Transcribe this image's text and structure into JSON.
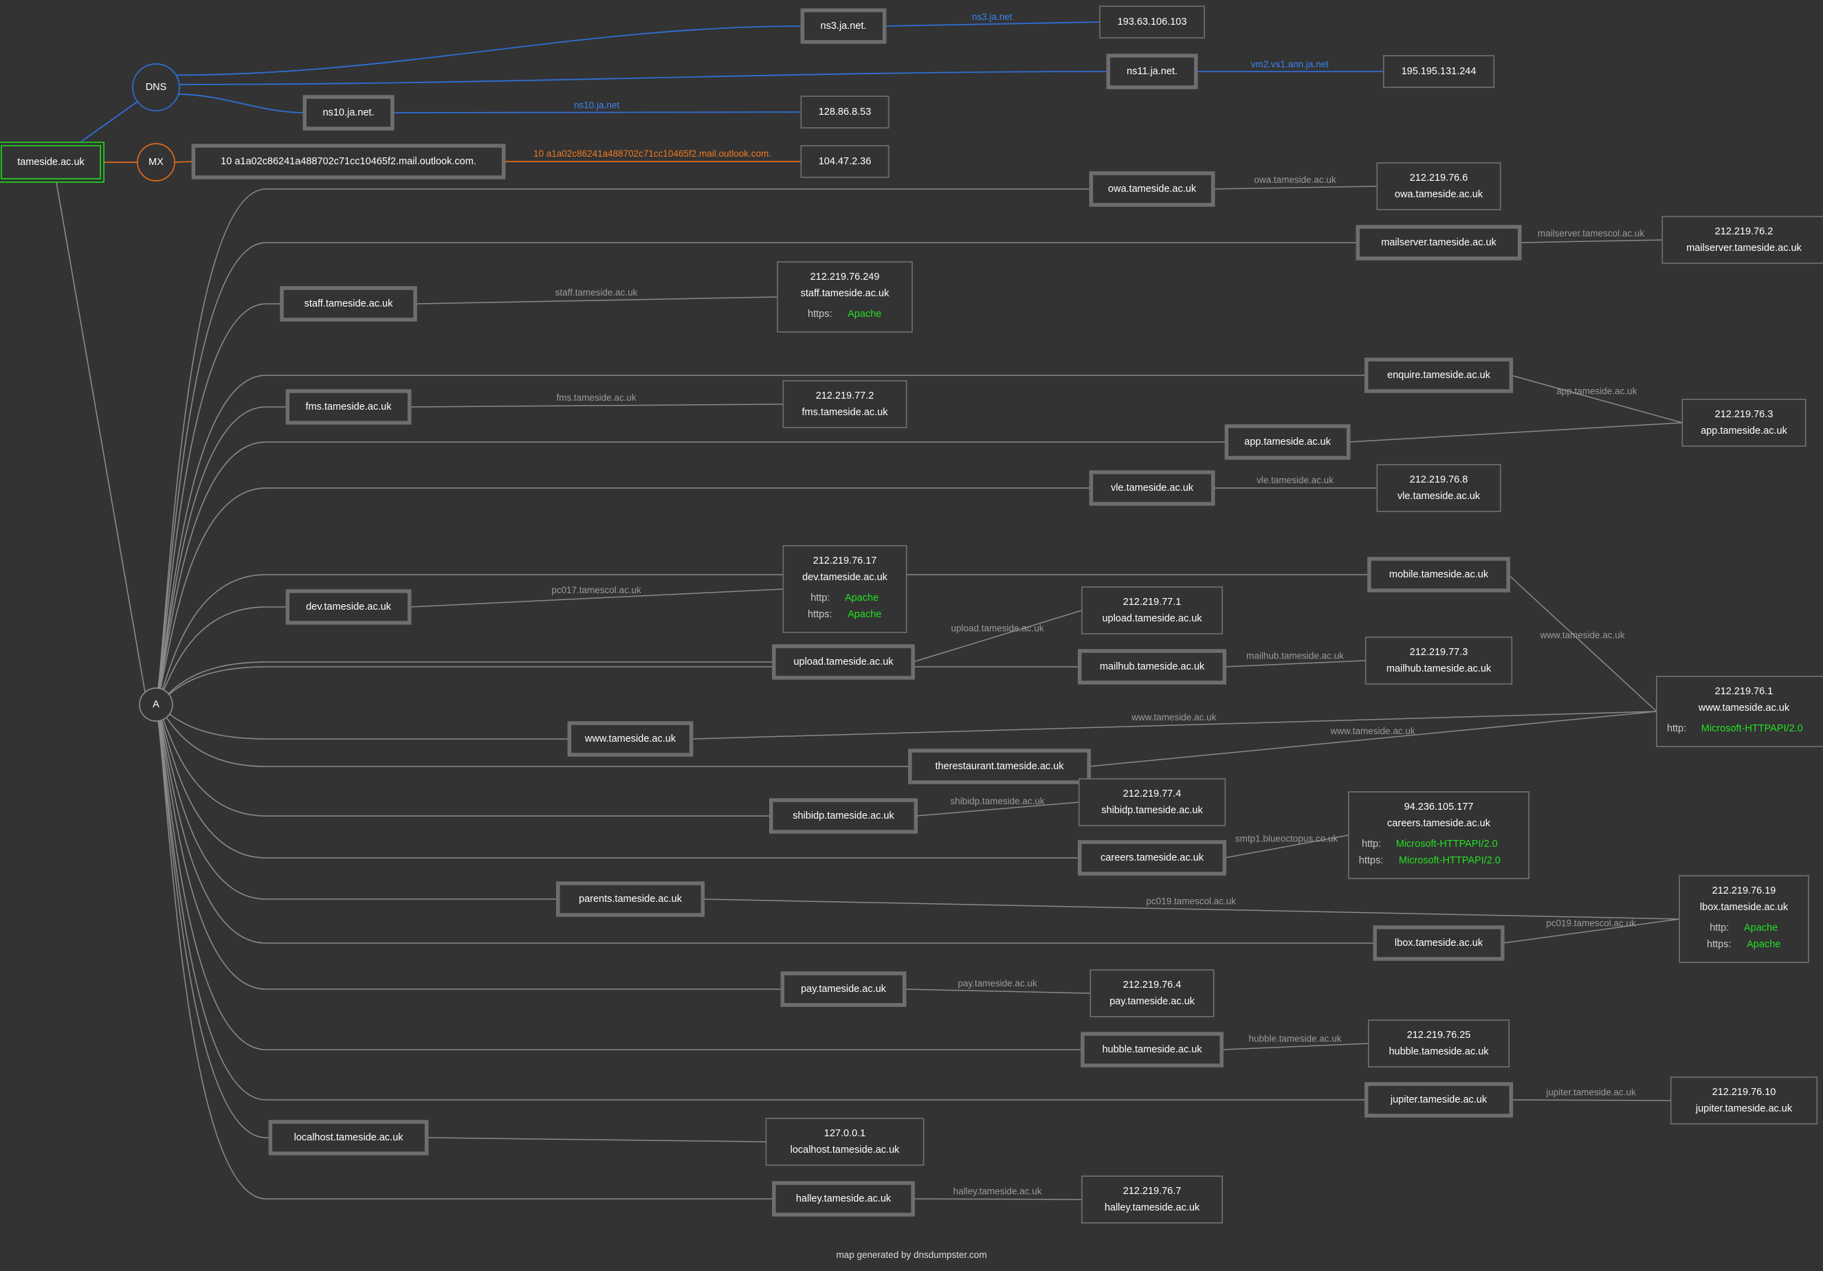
{
  "colors": {
    "background": "#333333",
    "a_edge": "#8a8a8a",
    "a_label": "#9a9a9a",
    "dns": "#2f6fd6",
    "dns_label": "#3c86f2",
    "mx": "#e06a1b",
    "mx_label": "#f07a22",
    "root_border": "#1fd41f",
    "server_name": "#22e022"
  },
  "root": {
    "label": "tameside.ac.uk"
  },
  "hubs": {
    "dns": "DNS",
    "mx": "MX",
    "a": "A"
  },
  "ns_records": [
    {
      "host": "ns3.ja.net.",
      "edge_label": "ns3.ja.net",
      "ip": "193.63.106.103"
    },
    {
      "host": "ns11.ja.net.",
      "edge_label": "vm2.vs1.ann.ja.net",
      "ip": "195.195.131.244"
    },
    {
      "host": "ns10.ja.net.",
      "edge_label": "ns10.ja.net",
      "ip": "128.86.8.53"
    }
  ],
  "mx_records": [
    {
      "host": "10 a1a02c86241a488702c71cc10465f2.mail.outlook.com.",
      "edge_label": "10 a1a02c86241a488702c71cc10465f2.mail.outlook.com.",
      "ip": "104.47.2.36"
    }
  ],
  "a_hosts": [
    {
      "id": "owa",
      "label": "owa.tameside.ac.uk"
    },
    {
      "id": "mailserver",
      "label": "mailserver.tameside.ac.uk"
    },
    {
      "id": "staff",
      "label": "staff.tameside.ac.uk"
    },
    {
      "id": "enquire",
      "label": "enquire.tameside.ac.uk"
    },
    {
      "id": "fms",
      "label": "fms.tameside.ac.uk"
    },
    {
      "id": "app",
      "label": "app.tameside.ac.uk"
    },
    {
      "id": "vle",
      "label": "vle.tameside.ac.uk"
    },
    {
      "id": "mobile",
      "label": "mobile.tameside.ac.uk"
    },
    {
      "id": "dev",
      "label": "dev.tameside.ac.uk"
    },
    {
      "id": "upload",
      "label": "upload.tameside.ac.uk"
    },
    {
      "id": "mailhub",
      "label": "mailhub.tameside.ac.uk"
    },
    {
      "id": "www",
      "label": "www.tameside.ac.uk"
    },
    {
      "id": "therestaurant",
      "label": "therestaurant.tameside.ac.uk"
    },
    {
      "id": "shibidp",
      "label": "shibidp.tameside.ac.uk"
    },
    {
      "id": "careers",
      "label": "careers.tameside.ac.uk"
    },
    {
      "id": "parents",
      "label": "parents.tameside.ac.uk"
    },
    {
      "id": "lbox",
      "label": "lbox.tameside.ac.uk"
    },
    {
      "id": "pay",
      "label": "pay.tameside.ac.uk"
    },
    {
      "id": "hubble",
      "label": "hubble.tameside.ac.uk"
    },
    {
      "id": "jupiter",
      "label": "jupiter.tameside.ac.uk"
    },
    {
      "id": "localhost",
      "label": "localhost.tameside.ac.uk"
    },
    {
      "id": "halley",
      "label": "halley.tameside.ac.uk"
    }
  ],
  "ip_nodes": [
    {
      "id": "ip_owa",
      "ip": "212.219.76.6",
      "name": "owa.tameside.ac.uk",
      "services": []
    },
    {
      "id": "ip_mailserver",
      "ip": "212.219.76.2",
      "name": "mailserver.tameside.ac.uk",
      "services": []
    },
    {
      "id": "ip_staff",
      "ip": "212.219.76.249",
      "name": "staff.tameside.ac.uk",
      "services": [
        {
          "proto": "https:",
          "server": "Apache"
        }
      ]
    },
    {
      "id": "ip_fms",
      "ip": "212.219.77.2",
      "name": "fms.tameside.ac.uk",
      "services": []
    },
    {
      "id": "ip_app",
      "ip": "212.219.76.3",
      "name": "app.tameside.ac.uk",
      "services": []
    },
    {
      "id": "ip_vle",
      "ip": "212.219.76.8",
      "name": "vle.tameside.ac.uk",
      "services": []
    },
    {
      "id": "ip_dev",
      "ip": "212.219.76.17",
      "name": "dev.tameside.ac.uk",
      "services": [
        {
          "proto": "http:",
          "server": "Apache"
        },
        {
          "proto": "https:",
          "server": "Apache"
        }
      ]
    },
    {
      "id": "ip_upload",
      "ip": "212.219.77.1",
      "name": "upload.tameside.ac.uk",
      "services": []
    },
    {
      "id": "ip_mailhub",
      "ip": "212.219.77.3",
      "name": "mailhub.tameside.ac.uk",
      "services": []
    },
    {
      "id": "ip_www",
      "ip": "212.219.76.1",
      "name": "www.tameside.ac.uk",
      "services": [
        {
          "proto": "http:",
          "server": "Microsoft-HTTPAPI/2.0"
        }
      ]
    },
    {
      "id": "ip_shibidp",
      "ip": "212.219.77.4",
      "name": "shibidp.tameside.ac.uk",
      "services": []
    },
    {
      "id": "ip_careers",
      "ip": "94.236.105.177",
      "name": "careers.tameside.ac.uk",
      "services": [
        {
          "proto": "http:",
          "server": "Microsoft-HTTPAPI/2.0"
        },
        {
          "proto": "https:",
          "server": "Microsoft-HTTPAPI/2.0"
        }
      ]
    },
    {
      "id": "ip_lbox",
      "ip": "212.219.76.19",
      "name": "lbox.tameside.ac.uk",
      "services": [
        {
          "proto": "http:",
          "server": "Apache"
        },
        {
          "proto": "https:",
          "server": "Apache"
        }
      ]
    },
    {
      "id": "ip_pay",
      "ip": "212.219.76.4",
      "name": "pay.tameside.ac.uk",
      "services": []
    },
    {
      "id": "ip_hubble",
      "ip": "212.219.76.25",
      "name": "hubble.tameside.ac.uk",
      "services": []
    },
    {
      "id": "ip_jupiter",
      "ip": "212.219.76.10",
      "name": "jupiter.tameside.ac.uk",
      "services": []
    },
    {
      "id": "ip_localhost",
      "ip": "127.0.0.1",
      "name": "localhost.tameside.ac.uk",
      "services": []
    },
    {
      "id": "ip_halley",
      "ip": "212.219.76.7",
      "name": "halley.tameside.ac.uk",
      "services": []
    }
  ],
  "a_links": [
    {
      "from": "owa",
      "to": "ip_owa",
      "label": "owa.tameside.ac.uk"
    },
    {
      "from": "mailserver",
      "to": "ip_mailserver",
      "label": "mailserver.tamescol.ac.uk"
    },
    {
      "from": "staff",
      "to": "ip_staff",
      "label": "staff.tameside.ac.uk"
    },
    {
      "from": "enquire",
      "to": "ip_app",
      "label": "app.tameside.ac.uk"
    },
    {
      "from": "fms",
      "to": "ip_fms",
      "label": "fms.tameside.ac.uk"
    },
    {
      "from": "app",
      "to": "ip_app",
      "label": ""
    },
    {
      "from": "vle",
      "to": "ip_vle",
      "label": "vle.tameside.ac.uk"
    },
    {
      "from": "mobile",
      "to": "ip_www",
      "label": "www.tameside.ac.uk"
    },
    {
      "from": "dev",
      "to": "ip_dev",
      "label": "pc017.tamescol.ac.uk"
    },
    {
      "from": "upload",
      "to": "ip_upload",
      "label": "upload.tameside.ac.uk"
    },
    {
      "from": "mailhub",
      "to": "ip_mailhub",
      "label": "mailhub.tameside.ac.uk"
    },
    {
      "from": "www",
      "to": "ip_www",
      "label": "www.tameside.ac.uk"
    },
    {
      "from": "therestaurant",
      "to": "ip_www",
      "label": "www.tameside.ac.uk"
    },
    {
      "from": "shibidp",
      "to": "ip_shibidp",
      "label": "shibidp.tameside.ac.uk"
    },
    {
      "from": "careers",
      "to": "ip_careers",
      "label": "smtp1.blueoctopus.co.uk"
    },
    {
      "from": "parents",
      "to": "ip_lbox",
      "label": "pc019.tamescol.ac.uk"
    },
    {
      "from": "lbox",
      "to": "ip_lbox",
      "label": "pc019.tamescol.ac.uk"
    },
    {
      "from": "pay",
      "to": "ip_pay",
      "label": "pay.tameside.ac.uk"
    },
    {
      "from": "hubble",
      "to": "ip_hubble",
      "label": "hubble.tameside.ac.uk"
    },
    {
      "from": "jupiter",
      "to": "ip_jupiter",
      "label": "jupiter.tameside.ac.uk"
    },
    {
      "from": "localhost",
      "to": "ip_localhost",
      "label": ""
    },
    {
      "from": "halley",
      "to": "ip_halley",
      "label": "halley.tameside.ac.uk"
    }
  ],
  "footer": "map generated by dnsdumpster.com"
}
